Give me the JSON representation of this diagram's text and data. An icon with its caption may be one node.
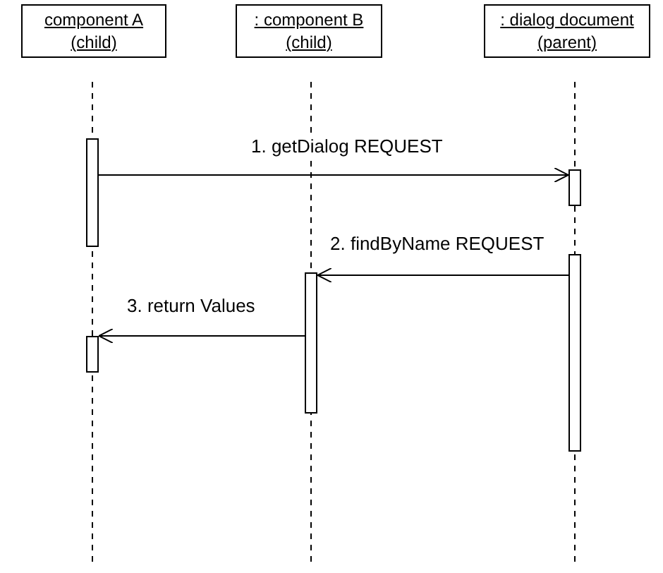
{
  "diagram": {
    "nodes": [
      {
        "text": [
          "component A",
          "(child)"
        ]
      },
      {
        "text": [
          ": component B",
          "(child)"
        ]
      },
      {
        "text": [
          ": dialog document",
          "(parent)"
        ]
      },
      {
        "text": [],
        "shape": "bar"
      },
      {
        "text": [],
        "shape": "bar"
      },
      {
        "text": [],
        "shape": "bar"
      },
      {
        "text": [],
        "shape": "bar"
      },
      {
        "text": [],
        "shape": "bar"
      }
    ],
    "edges": [
      {
        "from": 3,
        "to": 4,
        "arrow": "to",
        "label": "1. getDialog REQUEST"
      },
      {
        "from": 5,
        "to": 6,
        "arrow": "to",
        "label": "2. findByName REQUEST"
      },
      {
        "from": 6,
        "to": 7,
        "arrow": "to",
        "label": "3. return Values"
      }
    ]
  }
}
